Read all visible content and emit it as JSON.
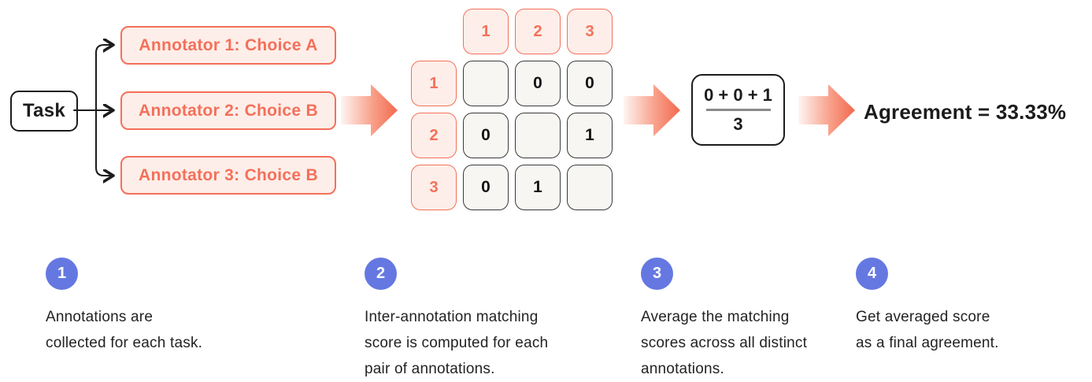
{
  "diagram": {
    "task": {
      "label": "Task"
    },
    "annotators": [
      {
        "label": "Annotator 1: Choice A"
      },
      {
        "label": "Annotator 2: Choice B"
      },
      {
        "label": "Annotator 3: Choice B"
      }
    ],
    "matrix": {
      "col_headers": [
        "1",
        "2",
        "3"
      ],
      "row_headers": [
        "1",
        "2",
        "3"
      ],
      "cells": [
        [
          "",
          "0",
          "0"
        ],
        [
          "0",
          "",
          "1"
        ],
        [
          "0",
          "1",
          ""
        ]
      ]
    },
    "fraction": {
      "numerator": "0 + 0 + 1",
      "denominator": "3"
    },
    "result": {
      "label": "Agreement = 33.33%"
    }
  },
  "steps": [
    {
      "number": "1",
      "text": "Annotations are\ncollected for each task."
    },
    {
      "number": "2",
      "text": "Inter-annotation matching\nscore is computed for each\npair of annotations."
    },
    {
      "number": "3",
      "text": "Average the matching\nscores across all distinct\nannotations."
    },
    {
      "number": "4",
      "text": "Get averaged score\nas a final agreement."
    }
  ],
  "icons": {
    "flow_arrow": "gradient-right-block-arrow",
    "branch_connector": "black-fork-arrows"
  },
  "colors": {
    "accent_orange": "#F4705A",
    "light_pink_fill": "#FDEEE9",
    "cell_fill": "#F7F6F2",
    "cell_border": "#3A3A3A",
    "step_badge_blue": "#6578E1",
    "text_black": "#1C1C1C",
    "fraction_bar_gray": "#8A8A8A",
    "arrow_gradient_start": "#FEF5F2",
    "arrow_gradient_end": "#F2694F"
  }
}
